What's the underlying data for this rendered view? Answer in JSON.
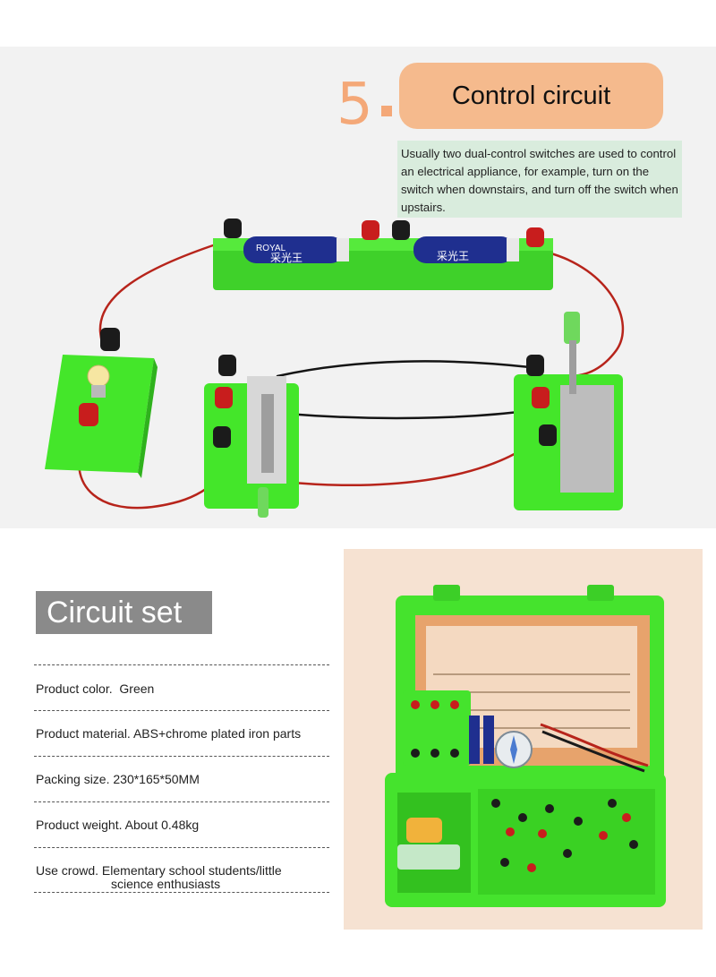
{
  "control_circuit": {
    "step_number": "5",
    "title": "Control circuit",
    "description": "Usually two dual-control switches are used to control an electrical appliance, for example, turn on the switch when downstairs, and turn off the switch when upstairs.",
    "battery_brand": "ROYAL",
    "battery_label": "采光王"
  },
  "circuit_set": {
    "title": "Circuit set",
    "specs": [
      {
        "label": "Product color.",
        "value": "Green"
      },
      {
        "label": "Product material.",
        "value": "ABS+chrome plated iron parts"
      },
      {
        "label": "Packing size.",
        "value": "230*165*50MM"
      },
      {
        "label": "Product weight.",
        "value": "About 0.48kg"
      },
      {
        "label": "Use crowd.",
        "value": "Elementary school students/little",
        "value_line2": "science enthusiasts"
      }
    ]
  },
  "colors": {
    "module_green": "#44e62a",
    "accent_orange": "#f5ba8d",
    "description_bg": "#d9ecdd",
    "label_gray": "#8a8a8a",
    "wire_red": "#b7241b"
  }
}
